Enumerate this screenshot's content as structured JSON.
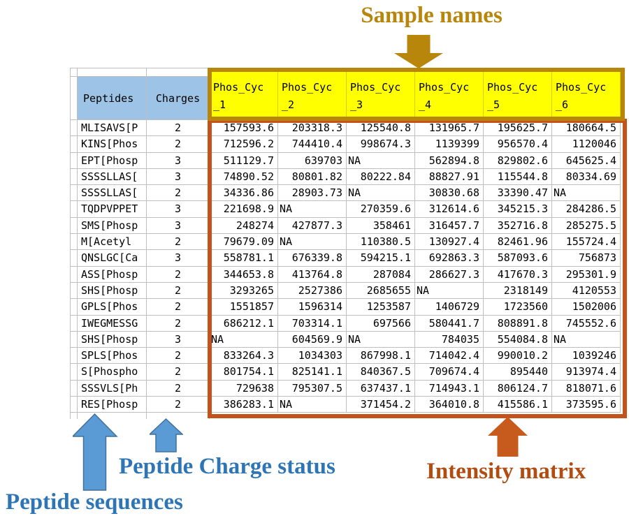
{
  "annotations": {
    "sample_names": {
      "label": "Sample names",
      "color": "#B8860B"
    },
    "peptide_sequences": {
      "label": "Peptide sequences",
      "color": "#2E75B6"
    },
    "charge_status": {
      "label": "Peptide Charge status",
      "color": "#2E75B6"
    },
    "intensity_matrix": {
      "label": "Intensity matrix",
      "color": "#B24D12"
    }
  },
  "colors": {
    "left_header_fill": "#9DC3E6",
    "sample_header_fill": "#FFFF00",
    "sample_box_border": "#B8860B",
    "matrix_box_border": "#C4531B",
    "gold": "#B8860B",
    "blue_arrow_fill": "#5B9BD5",
    "blue_arrow_stroke": "#41719C",
    "orange_arrow_fill": "#C75B1D",
    "gridline": "#BFBFBF"
  },
  "table": {
    "left_headers": [
      "Peptides",
      "Charges"
    ],
    "sample_headers": [
      {
        "line1": "Phos_Cyc",
        "line2": "_1"
      },
      {
        "line1": "Phos_Cyc",
        "line2": "_2"
      },
      {
        "line1": "Phos_Cyc",
        "line2": "_3"
      },
      {
        "line1": "Phos_Cyc",
        "line2": "_4"
      },
      {
        "line1": "Phos_Cyc",
        "line2": "_5"
      },
      {
        "line1": "Phos_Cyc",
        "line2": "_6"
      }
    ],
    "rows": [
      {
        "peptide": "MLISAVS[P",
        "charge": "2",
        "values": [
          "157593.6",
          "203318.3",
          "125540.8",
          "131965.7",
          "195625.7",
          "180664.5"
        ]
      },
      {
        "peptide": "KINS[Phos",
        "charge": "2",
        "values": [
          "712596.2",
          "744410.4",
          "998674.3",
          "1139399",
          "956570.4",
          "1120046"
        ]
      },
      {
        "peptide": "EPT[Phosp",
        "charge": "3",
        "values": [
          "511129.7",
          "639703",
          "NA",
          "562894.8",
          "829802.6",
          "645625.4"
        ]
      },
      {
        "peptide": "SSSSLLAS[",
        "charge": "3",
        "values": [
          "74890.52",
          "80801.82",
          "80222.84",
          "88827.91",
          "115544.8",
          "80334.69"
        ]
      },
      {
        "peptide": "SSSSLLAS[",
        "charge": "2",
        "values": [
          "34336.86",
          "28903.73",
          "NA",
          "30830.68",
          "33390.47",
          "NA"
        ]
      },
      {
        "peptide": "TQDPVPPET",
        "charge": "3",
        "values": [
          "221698.9",
          "NA",
          "270359.6",
          "312614.6",
          "345215.3",
          "284286.5"
        ]
      },
      {
        "peptide": "SMS[Phosp",
        "charge": "3",
        "values": [
          "248274",
          "427877.3",
          "358461",
          "316457.7",
          "352716.8",
          "285275.5"
        ]
      },
      {
        "peptide": "M[Acetyl",
        "charge": "2",
        "values": [
          "79679.09",
          "NA",
          "110380.5",
          "130927.4",
          "82461.96",
          "155724.4"
        ]
      },
      {
        "peptide": "QNSLGC[Ca",
        "charge": "3",
        "values": [
          "558781.1",
          "676339.8",
          "594215.1",
          "692863.3",
          "587093.6",
          "756873"
        ]
      },
      {
        "peptide": "ASS[Phosp",
        "charge": "2",
        "values": [
          "344653.8",
          "413764.8",
          "287084",
          "286627.3",
          "417670.3",
          "295301.9"
        ]
      },
      {
        "peptide": "SHS[Phosp",
        "charge": "2",
        "values": [
          "3293265",
          "2527386",
          "2685655",
          "NA",
          "2318149",
          "4120553"
        ]
      },
      {
        "peptide": "GPLS[Phos",
        "charge": "2",
        "values": [
          "1551857",
          "1596314",
          "1253587",
          "1406729",
          "1723560",
          "1502006"
        ]
      },
      {
        "peptide": "IWEGMESSG",
        "charge": "2",
        "values": [
          "686212.1",
          "703314.1",
          "697566",
          "580441.7",
          "808891.8",
          "745552.6"
        ]
      },
      {
        "peptide": "SHS[Phosp",
        "charge": "3",
        "values": [
          "NA",
          "604569.9",
          "NA",
          "784035",
          "554084.8",
          "NA"
        ]
      },
      {
        "peptide": "SPLS[Phos",
        "charge": "2",
        "values": [
          "833264.3",
          "1034303",
          "867998.1",
          "714042.4",
          "990010.2",
          "1039246"
        ]
      },
      {
        "peptide": "S[Phospho",
        "charge": "2",
        "values": [
          "801754.1",
          "825141.1",
          "840367.5",
          "709674.4",
          "895440",
          "913974.4"
        ]
      },
      {
        "peptide": "SSSVLS[Ph",
        "charge": "2",
        "values": [
          "729638",
          "795307.5",
          "637437.1",
          "714943.1",
          "806124.7",
          "818071.6"
        ]
      },
      {
        "peptide": "RES[Phosp",
        "charge": "2",
        "values": [
          "386283.1",
          "NA",
          "371454.2",
          "364010.8",
          "415586.1",
          "373595.6"
        ]
      }
    ]
  }
}
